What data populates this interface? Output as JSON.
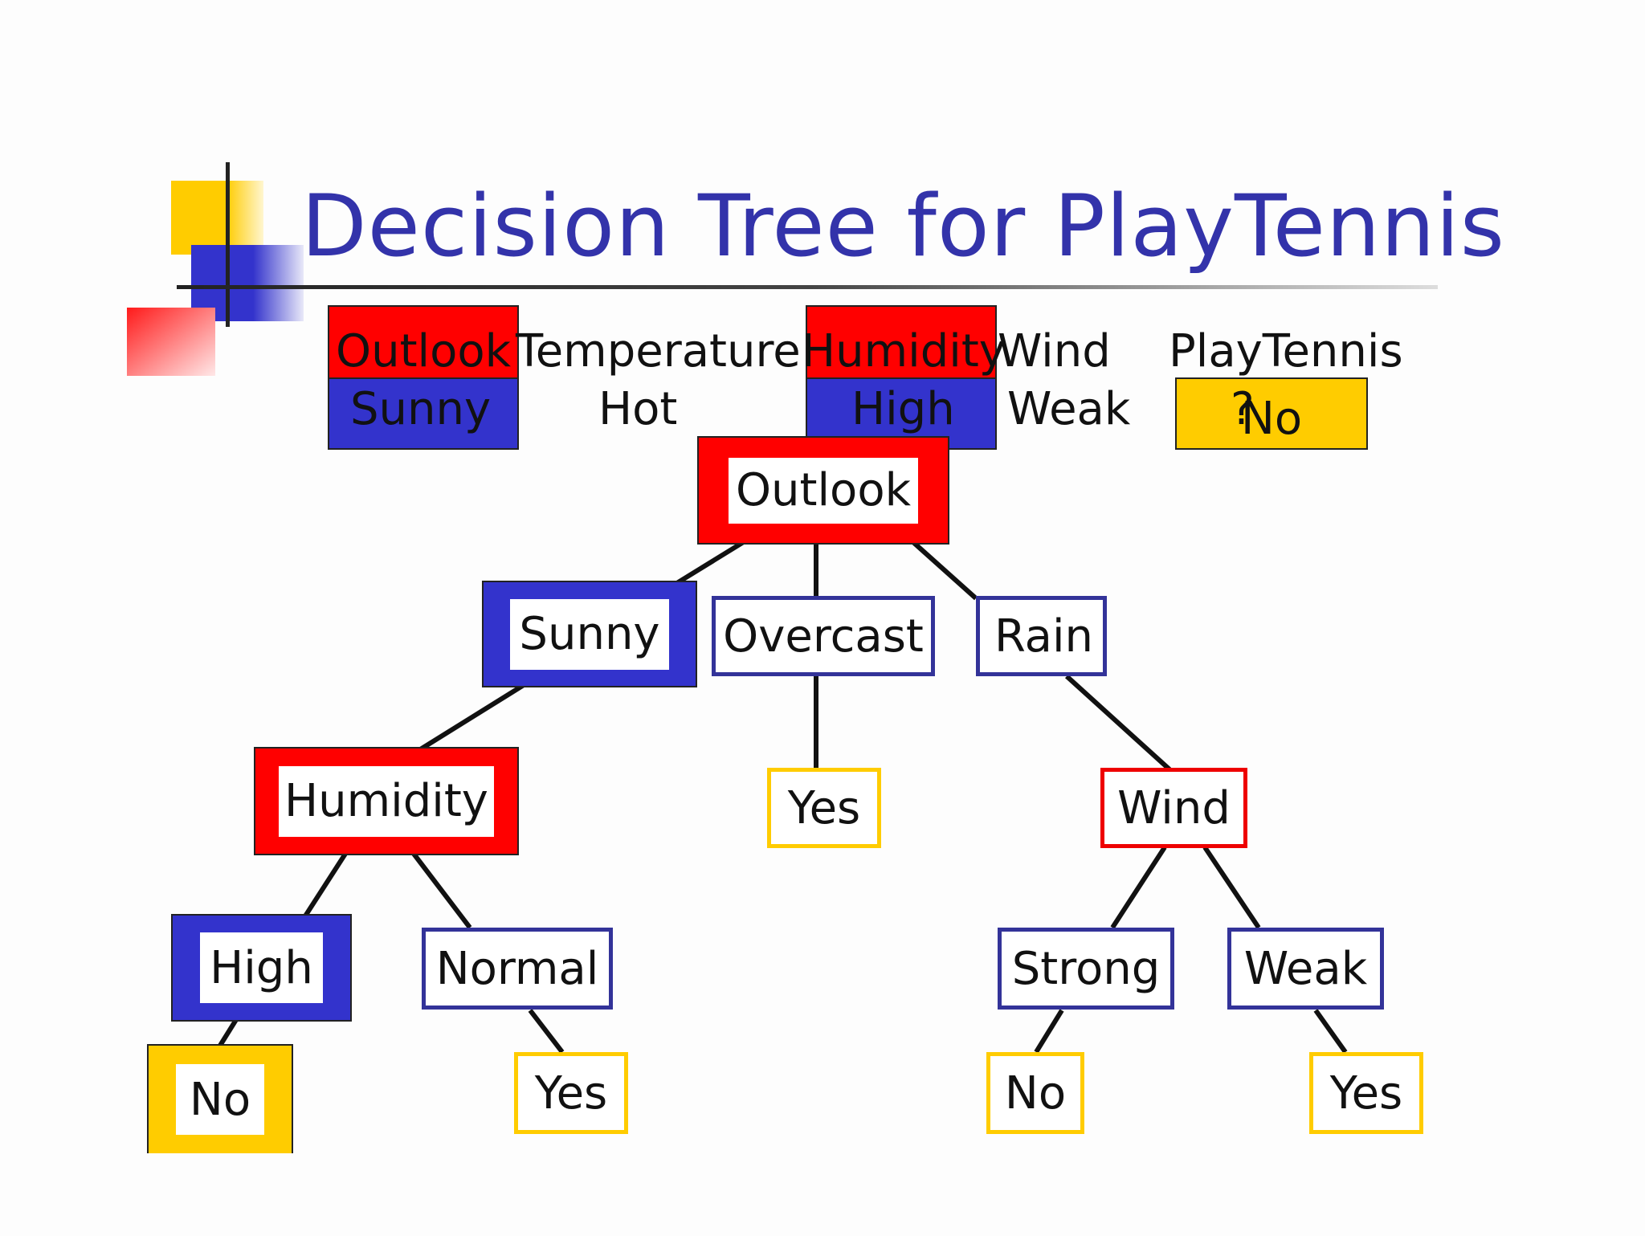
{
  "title": "Decision Tree for PlayTennis",
  "colors": {
    "red": "#ff0000",
    "blue": "#3333cc",
    "yellow": "#ffcc00",
    "title": "#3333aa"
  },
  "instance": {
    "headers": [
      "Outlook",
      "Temperature",
      "Humidity",
      "Wind",
      "PlayTennis"
    ],
    "values": [
      "Sunny",
      "Hot",
      "High",
      "Weak",
      "No"
    ],
    "query_mark": "?"
  },
  "tree": {
    "root": "Outlook",
    "outlook_branches": [
      "Sunny",
      "Overcast",
      "Rain"
    ],
    "humidity_node": "Humidity",
    "humidity_branches": [
      "High",
      "Normal"
    ],
    "wind_node": "Wind",
    "wind_branches": [
      "Strong",
      "Weak"
    ],
    "leaves": [
      "No",
      "Yes",
      "Yes",
      "No",
      "Yes"
    ]
  }
}
